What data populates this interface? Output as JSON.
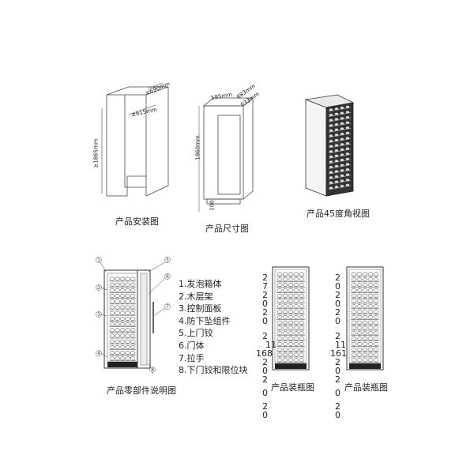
{
  "captions": {
    "install": "产品安装图",
    "size": "产品尺寸图",
    "angle": "产品45度角视图",
    "parts": "产品零部件说明图",
    "bottles_left": "产品装瓶图",
    "bottles_right": "产品装瓶图"
  },
  "install_dims": {
    "depth": "≥690mm",
    "width": "≥615mm",
    "height": "≥1865mm"
  },
  "size_dims": {
    "width": "595mm",
    "depth1": "683mm",
    "depth2": "633mm",
    "height": "1860mm",
    "foot": "100"
  },
  "parts_list": [
    "1.发泡箱体",
    "2.木层架",
    "3.控制面板",
    "4.防下坠组件",
    "5.上门铰",
    "6.门体",
    "7.拉手",
    "8.下门铰和限位块"
  ],
  "callouts": [
    "1",
    "2",
    "3",
    "4",
    "5",
    "6",
    "7",
    "8"
  ],
  "bottle_counts_left": [
    "2",
    "7",
    "2",
    "0",
    "2",
    "0",
    "2",
    "11",
    "168",
    "2",
    "0",
    "2",
    "0",
    "2",
    "0"
  ],
  "bottle_counts_right": [
    "2",
    "0",
    "2",
    "0",
    "2",
    "0",
    "2",
    "11",
    "161",
    "2",
    "0",
    "2",
    "0",
    "2",
    "0"
  ]
}
